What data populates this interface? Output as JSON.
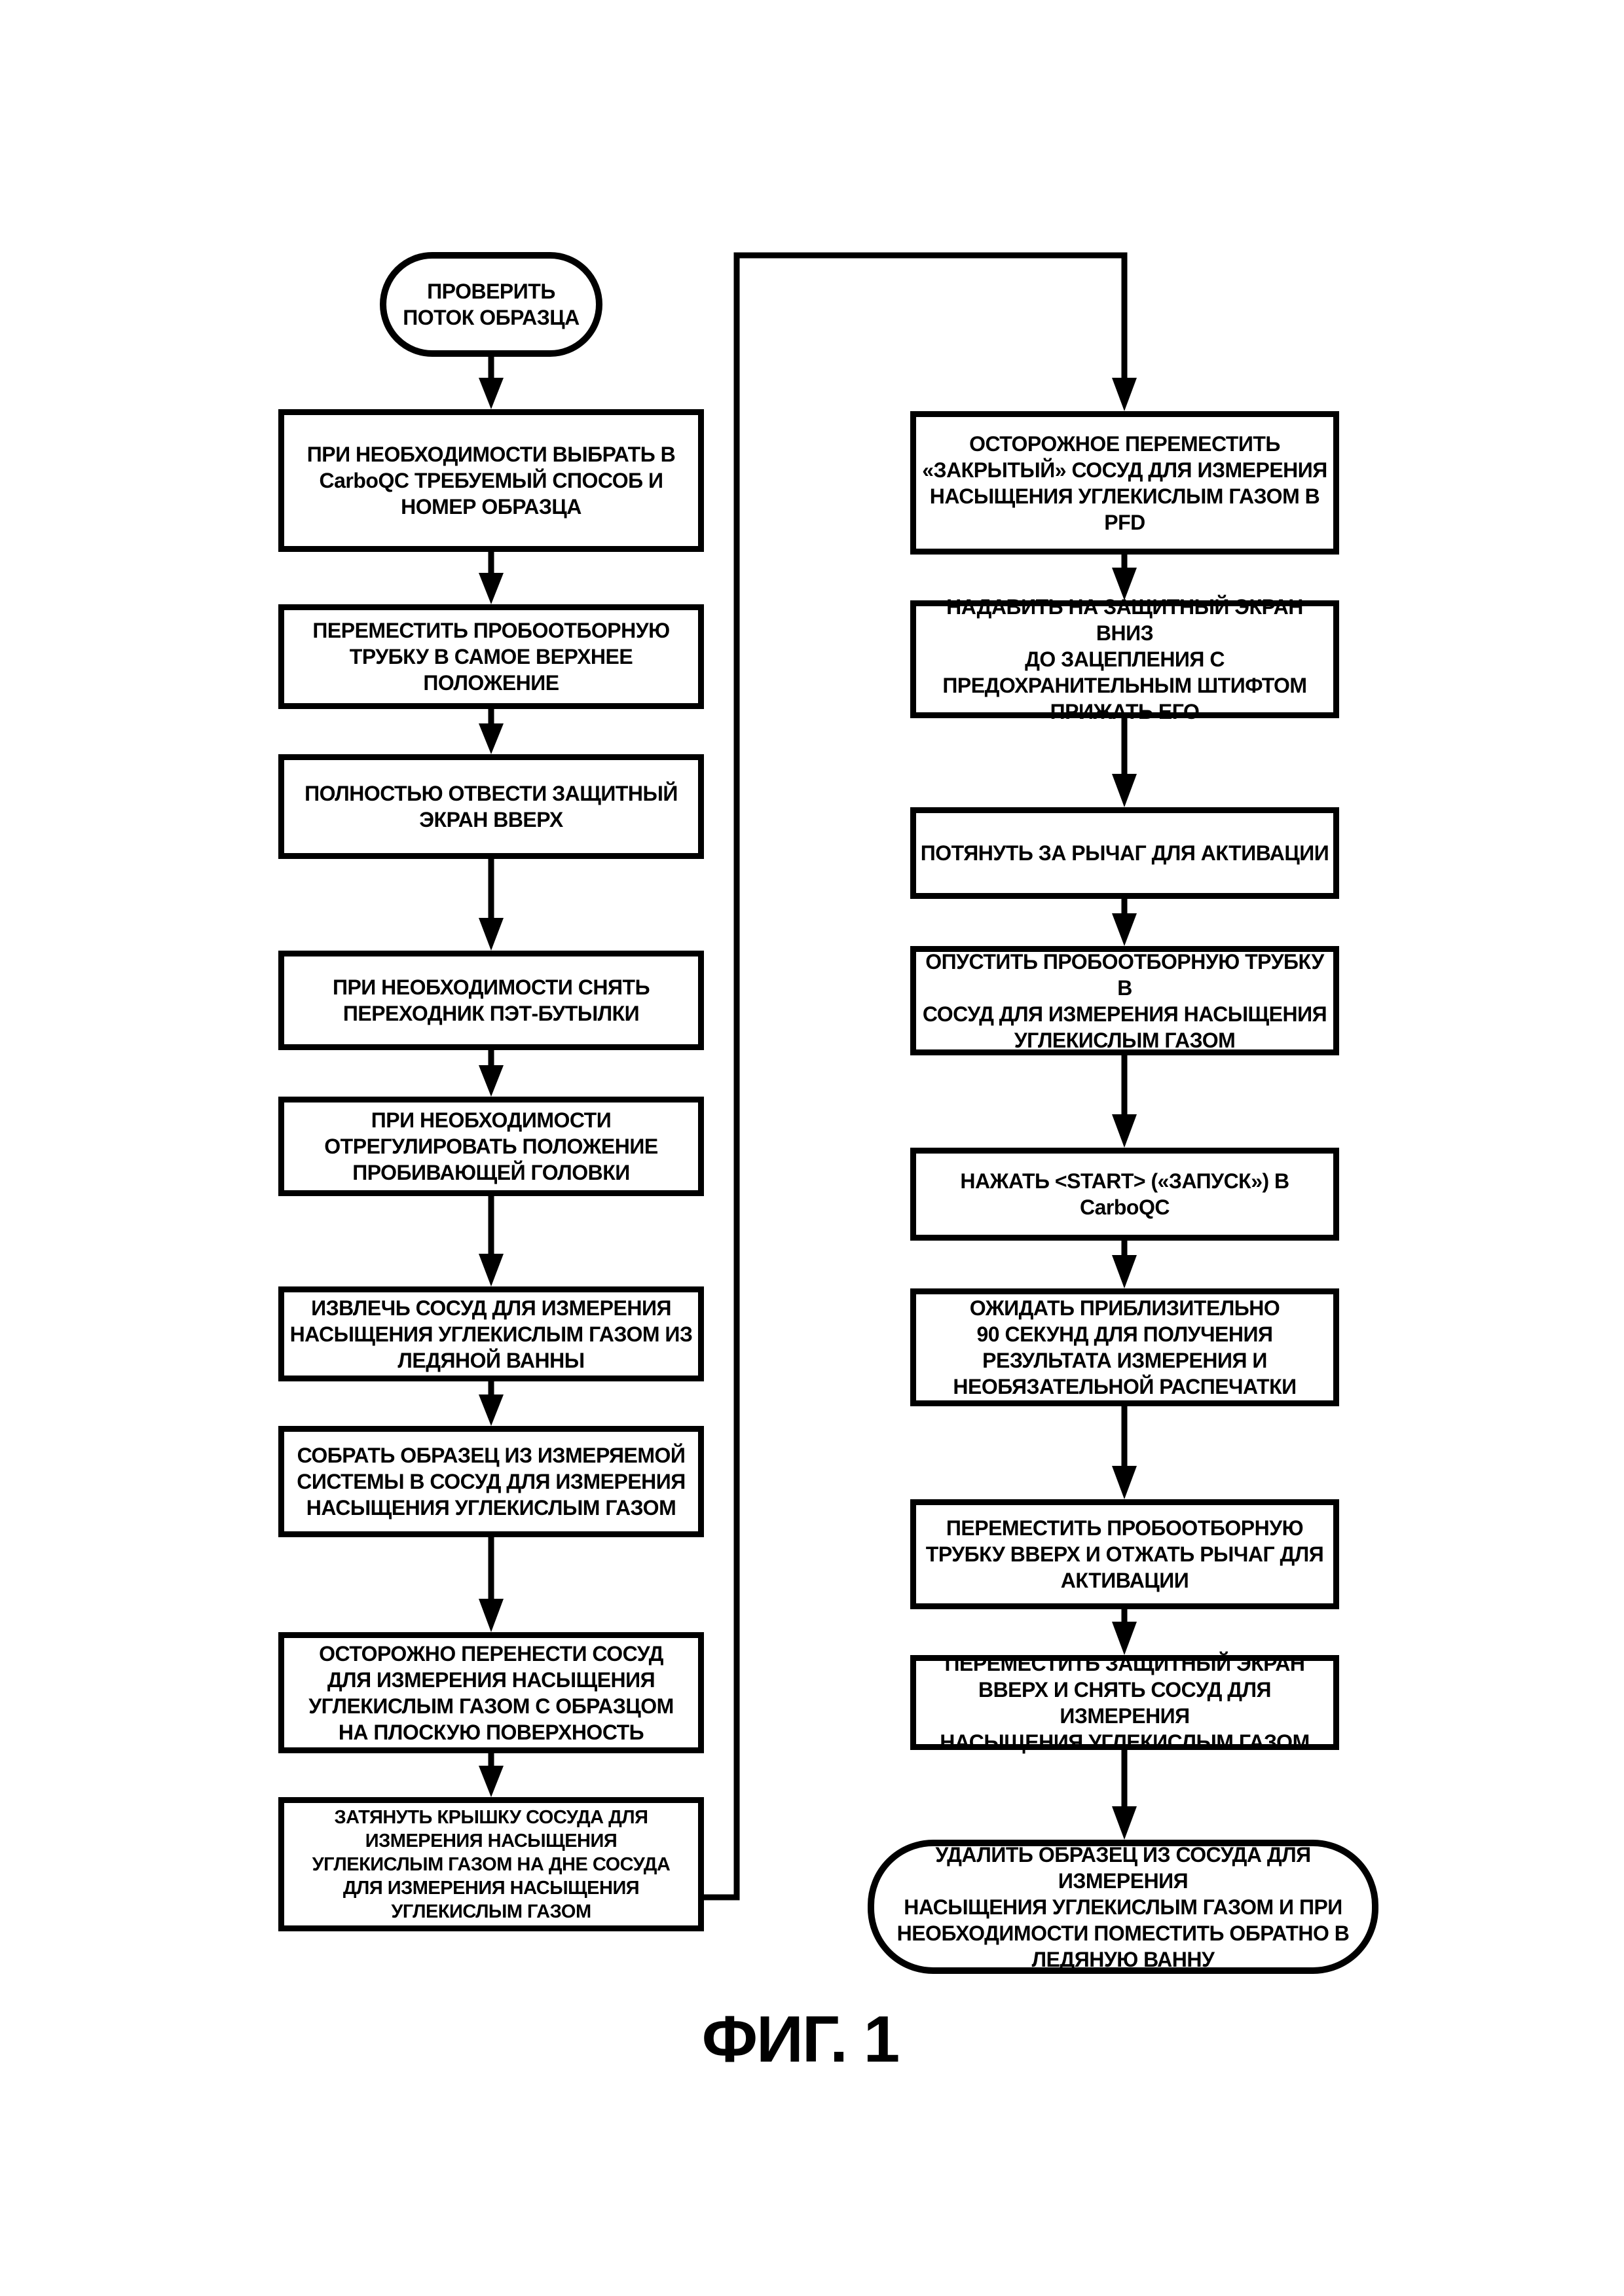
{
  "page": {
    "background": "#ffffff",
    "line_color": "#000000"
  },
  "figure_caption": "ФИГ. 1",
  "nodes": {
    "start": {
      "shape": "terminal",
      "text": "ПРОВЕРИТЬ\nПОТОК ОБРАЗЦА"
    },
    "left": [
      {
        "text": "ПРИ НЕОБХОДИМОСТИ ВЫБРАТЬ В\nCarboQC ТРЕБУЕМЫЙ СПОСОБ И\nНОМЕР ОБРАЗЦА"
      },
      {
        "text": "ПЕРЕМЕСТИТЬ ПРОБООТБОРНУЮ\nТРУБКУ В САМОЕ ВЕРХНЕЕ\nПОЛОЖЕНИЕ"
      },
      {
        "text": "ПОЛНОСТЬЮ ОТВЕСТИ ЗАЩИТНЫЙ\nЭКРАН ВВЕРХ"
      },
      {
        "text": "ПРИ НЕОБХОДИМОСТИ СНЯТЬ\nПЕРЕХОДНИК ПЭТ-БУТЫЛКИ"
      },
      {
        "text": "ПРИ НЕОБХОДИМОСТИ\nОТРЕГУЛИРОВАТЬ ПОЛОЖЕНИЕ\nПРОБИВАЮЩЕЙ ГОЛОВКИ"
      },
      {
        "text": "ИЗВЛЕЧЬ СОСУД ДЛЯ ИЗМЕРЕНИЯ\nНАСЫЩЕНИЯ УГЛЕКИСЛЫМ ГАЗОМ ИЗ\nЛЕДЯНОЙ ВАННЫ"
      },
      {
        "text": "СОБРАТЬ ОБРАЗЕЦ ИЗ ИЗМЕРЯЕМОЙ\nСИСТЕМЫ В СОСУД ДЛЯ ИЗМЕРЕНИЯ\nНАСЫЩЕНИЯ УГЛЕКИСЛЫМ ГАЗОМ"
      },
      {
        "text": "ОСТОРОЖНО ПЕРЕНЕСТИ СОСУД\nДЛЯ ИЗМЕРЕНИЯ НАСЫЩЕНИЯ\nУГЛЕКИСЛЫМ ГАЗОМ С ОБРАЗЦОМ\nНА ПЛОСКУЮ ПОВЕРХНОСТЬ"
      },
      {
        "text": "ЗАТЯНУТЬ КРЫШКУ СОСУДА ДЛЯ\nИЗМЕРЕНИЯ НАСЫЩЕНИЯ\nУГЛЕКИСЛЫМ ГАЗОМ НА ДНЕ СОСУДА\nДЛЯ ИЗМЕРЕНИЯ НАСЫЩЕНИЯ\nУГЛЕКИСЛЫМ ГАЗОМ"
      }
    ],
    "right": [
      {
        "text": "ОСТОРОЖНОЕ ПЕРЕМЕСТИТЬ\n«ЗАКРЫТЫЙ» СОСУД ДЛЯ ИЗМЕРЕНИЯ\nНАСЫЩЕНИЯ УГЛЕКИСЛЫМ ГАЗОМ В\nPFD"
      },
      {
        "text": "НАДАВИТЬ НА ЗАЩИТНЫЙ ЭКРАН ВНИЗ\nДО ЗАЦЕПЛЕНИЯ С\nПРЕДОХРАНИТЕЛЬНЫМ ШТИФТОМ\nПРИЖАТЬ ЕГО"
      },
      {
        "text": "ПОТЯНУТЬ ЗА РЫЧАГ ДЛЯ АКТИВАЦИИ"
      },
      {
        "text": "ОПУСТИТЬ ПРОБООТБОРНУЮ ТРУБКУ В\nСОСУД ДЛЯ ИЗМЕРЕНИЯ НАСЫЩЕНИЯ\nУГЛЕКИСЛЫМ ГАЗОМ"
      },
      {
        "text": "НАЖАТЬ <START> («ЗАПУСК») В\nCarboQC"
      },
      {
        "text": "ОЖИДАТЬ ПРИБЛИЗИТЕЛЬНО\n90 СЕКУНД ДЛЯ ПОЛУЧЕНИЯ\nРЕЗУЛЬТАТА ИЗМЕРЕНИЯ И\nНЕОБЯЗАТЕЛЬНОЙ РАСПЕЧАТКИ"
      },
      {
        "text": "ПЕРЕМЕСТИТЬ ПРОБООТБОРНУЮ\nТРУБКУ ВВЕРХ И ОТЖАТЬ РЫЧАГ ДЛЯ\nАКТИВАЦИИ"
      },
      {
        "text": "ПЕРЕМЕСТИТЬ ЗАЩИТНЫЙ ЭКРАН\nВВЕРХ И СНЯТЬ СОСУД ДЛЯ ИЗМЕРЕНИЯ\nНАСЫЩЕНИЯ УГЛЕКИСЛЫМ ГАЗОМ"
      }
    ],
    "end": {
      "shape": "terminal",
      "text": "УДАЛИТЬ ОБРАЗЕЦ ИЗ СОСУДА ДЛЯ ИЗМЕРЕНИЯ\nНАСЫЩЕНИЯ УГЛЕКИСЛЫМ ГАЗОМ И ПРИ\nНЕОБХОДИМОСТИ ПОМЕСТИТЬ ОБРАТНО В\nЛЕДЯНУЮ ВАННУ"
    }
  }
}
